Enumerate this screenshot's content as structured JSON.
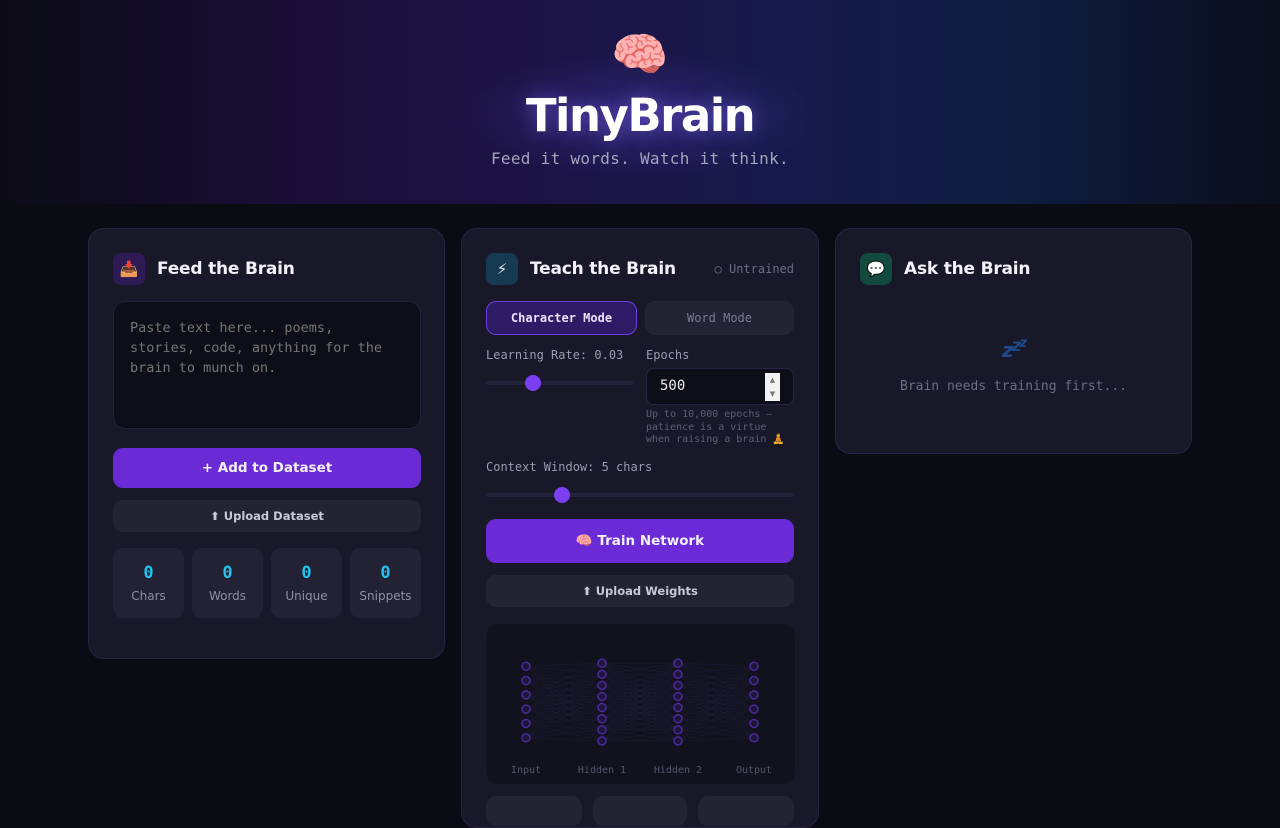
{
  "header": {
    "logo_emoji": "🧠",
    "title": "TinyBrain",
    "tagline": "Feed it words. Watch it think."
  },
  "feed": {
    "icon": "📥",
    "title": "Feed the Brain",
    "textarea_placeholder": "Paste text here... poems, stories, code, anything for the brain to munch on.",
    "textarea_value": "",
    "add_button": "+ Add to Dataset",
    "upload_button": "⬆ Upload Dataset",
    "stats": [
      {
        "value": "0",
        "label": "Chars"
      },
      {
        "value": "0",
        "label": "Words"
      },
      {
        "value": "0",
        "label": "Unique"
      },
      {
        "value": "0",
        "label": "Snippets"
      }
    ]
  },
  "teach": {
    "icon": "⚡",
    "title": "Teach the Brain",
    "status": "○ Untrained",
    "modes": [
      {
        "label": "Character Mode",
        "active": true
      },
      {
        "label": "Word Mode",
        "active": false
      }
    ],
    "learning_rate_label": "Learning Rate: 0.03",
    "learning_rate": 0.03,
    "epochs_label": "Epochs",
    "epochs_value": "500",
    "epochs_hint": "Up to 10,000 epochs — patience is a virtue when raising a brain 🧘",
    "context_window_label": "Context Window: 5 chars",
    "context_window": 5,
    "train_button": "🧠 Train Network",
    "upload_weights_button": "⬆ Upload Weights",
    "network": {
      "layers": [
        {
          "name": "Input",
          "nodes": 6
        },
        {
          "name": "Hidden 1",
          "nodes": 8
        },
        {
          "name": "Hidden 2",
          "nodes": 8
        },
        {
          "name": "Output",
          "nodes": 6
        }
      ],
      "node_color": "#4a2a9a"
    }
  },
  "ask": {
    "icon": "💬",
    "title": "Ask the Brain",
    "sleep_icon": "zzz",
    "empty_message": "Brain needs training first..."
  },
  "colors": {
    "accent": "#6a2bd6",
    "stat_value": "#22c3ee",
    "slider_thumb": "#7b3ff2"
  }
}
